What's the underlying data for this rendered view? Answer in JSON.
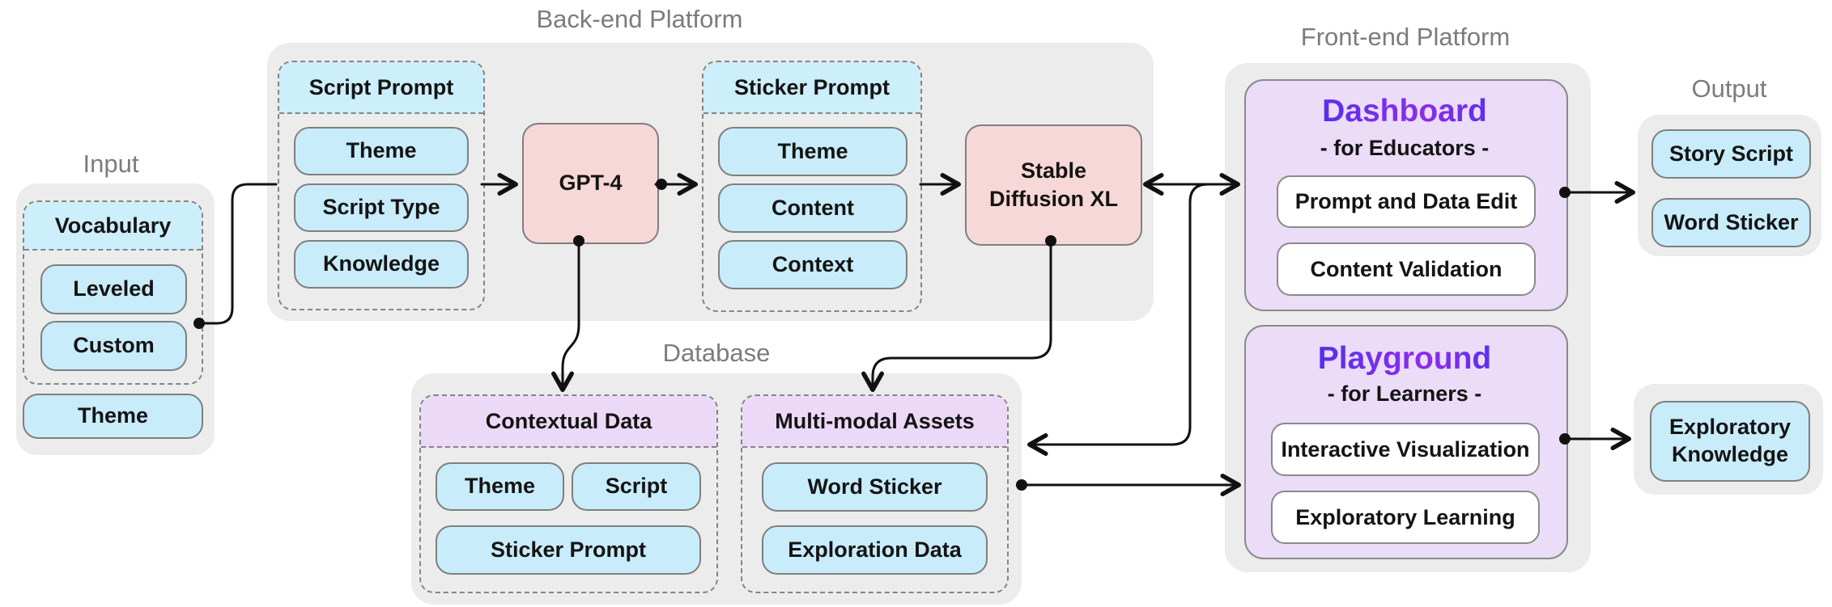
{
  "input": {
    "title": "Input",
    "vocabulary": {
      "header": "Vocabulary",
      "items": [
        "Leveled",
        "Custom"
      ]
    },
    "theme": "Theme"
  },
  "backend": {
    "title": "Back-end Platform",
    "script_prompt": {
      "header": "Script Prompt",
      "items": [
        "Theme",
        "Script Type",
        "Knowledge"
      ]
    },
    "gpt4": "GPT-4",
    "sticker_prompt": {
      "header": "Sticker Prompt",
      "items": [
        "Theme",
        "Content",
        "Context"
      ]
    },
    "stable_diffusion": "Stable Diffusion XL"
  },
  "database": {
    "title": "Database",
    "contextual": {
      "header": "Contextual Data",
      "items": [
        "Theme",
        "Script",
        "Sticker Prompt"
      ]
    },
    "multimodal": {
      "header": "Multi-modal Assets",
      "items": [
        "Word Sticker",
        "Exploration Data"
      ]
    }
  },
  "frontend": {
    "title": "Front-end Platform",
    "dashboard": {
      "title": "Dashboard",
      "subtitle": "- for Educators -",
      "items": [
        "Prompt and Data Edit",
        "Content Validation"
      ]
    },
    "playground": {
      "title": "Playground",
      "subtitle": "- for Learners -",
      "items": [
        "Interactive Visualization",
        "Exploratory Learning"
      ]
    }
  },
  "output": {
    "title": "Output",
    "items": [
      "Story Script",
      "Word Sticker"
    ]
  },
  "exploratory": {
    "label": "Exploratory Knowledge"
  },
  "colors": {
    "box_blue": "#c8ecfa",
    "header_blue": "#cdeefb",
    "box_pink": "#f7d8d8",
    "header_purple": "#ecd9f7",
    "panel_purple": "#ebdcf8",
    "container_gray": "#ececec",
    "section_title_gray": "#7c7c7c",
    "gradient_blue": "#2c33ee",
    "gradient_purple": "#8e2cec",
    "wire_black": "#111111"
  }
}
